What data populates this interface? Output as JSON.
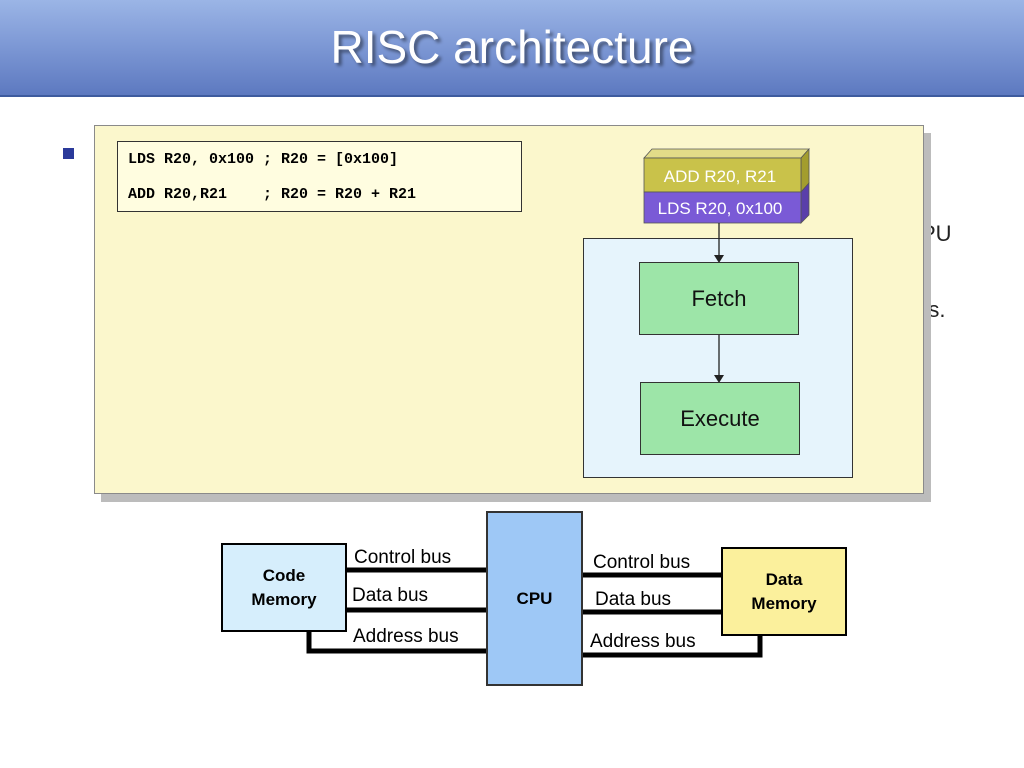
{
  "slide": {
    "title": "RISC architecture"
  },
  "obscured_text": {
    "fragment_1": "PU",
    "fragment_2": "rs."
  },
  "code": {
    "line_1": "LDS R20, 0x100 ; R20 = [0x100]",
    "line_2": "ADD R20,R21    ; R20 = R20 + R21"
  },
  "instruction_queue": {
    "top_instruction": "ADD R20, R21",
    "bottom_instruction": "LDS R20, 0x100"
  },
  "pipeline": {
    "fetch_label": "Fetch",
    "execute_label": "Execute"
  },
  "bus_diagram": {
    "code_memory_label": "Code\nMemory",
    "data_memory_label": "Data\nMemory",
    "cpu_label": "CPU",
    "left_buses": [
      "Control bus",
      "Data bus",
      "Address bus"
    ],
    "right_buses": [
      "Control bus",
      "Data bus",
      "Address bus"
    ]
  },
  "colors": {
    "title_gradient_top": "#9bb5e6",
    "title_gradient_bottom": "#5d79c0",
    "panel_bg": "#fbf7cc",
    "pipeline_bg": "#e6f4fc",
    "stage_green": "#9de5a8",
    "cpu_blue": "#9ec8f6",
    "code_memory_bg": "#d6eefc",
    "data_memory_bg": "#fbf09c",
    "instr_yellow": "#c9c24a",
    "instr_purple": "#7a5ad6"
  }
}
